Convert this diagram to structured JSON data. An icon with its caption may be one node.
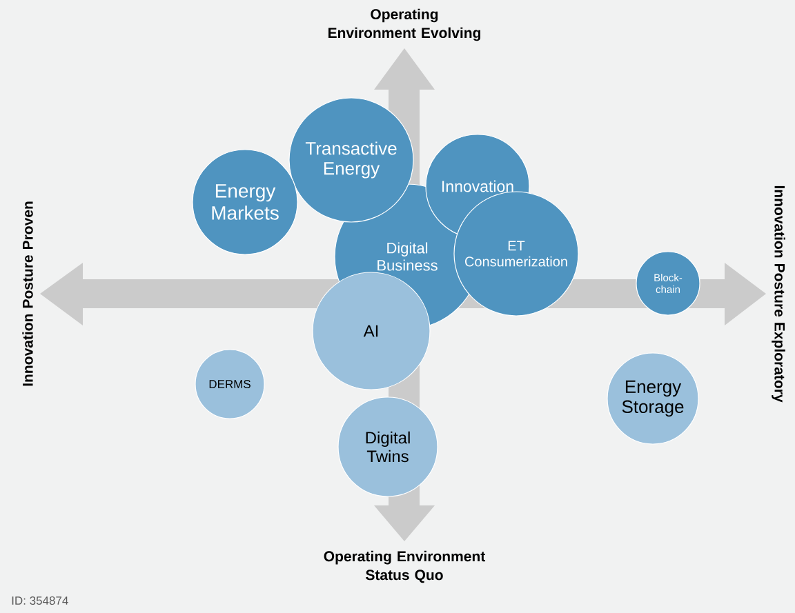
{
  "diagram": {
    "nodes": [
      {
        "text": [
          "Transactive Energy"
        ]
      },
      {
        "text": [
          "Innovation"
        ]
      },
      {
        "text": [
          "Energy Markets"
        ]
      },
      {
        "text": [
          "Digital Business"
        ]
      },
      {
        "text": [
          "ET Consumerization"
        ]
      },
      {
        "text": [
          "Block- chain"
        ]
      },
      {
        "text": [
          "AI"
        ]
      },
      {
        "text": [
          "DERMS"
        ]
      },
      {
        "text": [
          "Energy Storage"
        ]
      },
      {
        "text": [
          "Digital Twins"
        ]
      }
    ],
    "labels": [
      "Operating Environment Evolving",
      "Innovation Posture Proven",
      "Innovation Posture Exploratory",
      "Operating Environment Status Quo",
      "ID: 354874"
    ]
  }
}
